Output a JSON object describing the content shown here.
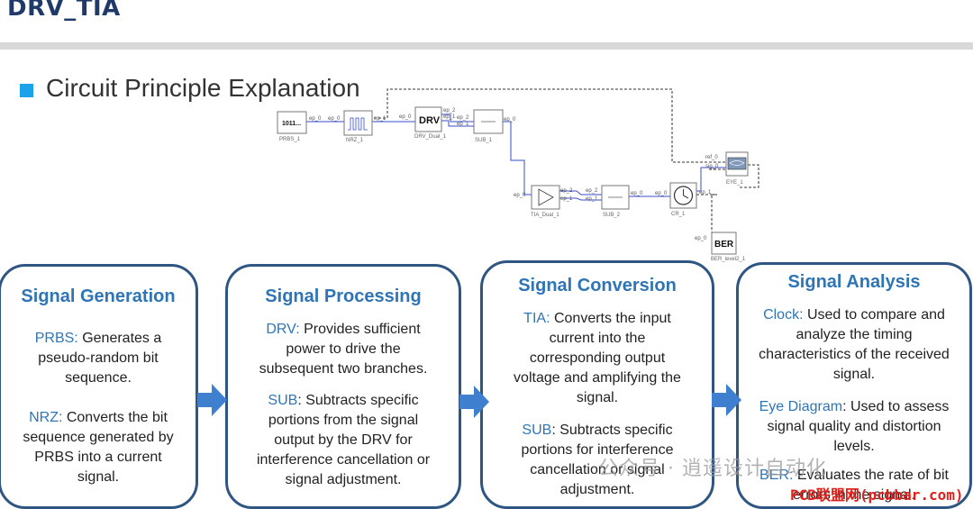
{
  "page": {
    "title": "DRV_TIA",
    "heading": "Circuit Principle Explanation"
  },
  "diagram": {
    "blocks": {
      "prbs": {
        "text": "1011...",
        "name": "PRBS_1"
      },
      "nrz": {
        "name": "NRZ_1"
      },
      "drv": {
        "text": "DRV",
        "name": "DRV_Dual_1"
      },
      "sub1": {
        "name": "SUB_1"
      },
      "tia": {
        "name": "TIA_Dual_1"
      },
      "sub2": {
        "name": "SUB_2"
      },
      "cr": {
        "name": "CR_1"
      },
      "eye": {
        "name": "EYE_1"
      },
      "ber": {
        "text": "BER",
        "name": "BER_level2_1"
      }
    },
    "ports": {
      "ep0": "ep_0",
      "ep1": "ep_1",
      "ep2": "ep_2",
      "ref0": "ref_0",
      "sig0": "sig_0"
    }
  },
  "cards": [
    {
      "title": "Signal Generation",
      "items": [
        {
          "kw": "PRBS:",
          "text": " Generates a pseudo-random bit sequence."
        },
        {
          "kw": "NRZ:",
          "text": " Converts the bit sequence generated by PRBS into a current signal."
        }
      ]
    },
    {
      "title": "Signal Processing",
      "items": [
        {
          "kw": "DRV:",
          "text": " Provides sufficient power to drive the subsequent two branches."
        },
        {
          "kw": "SUB",
          "text": ": Subtracts specific portions from the signal output by the DRV for interference cancellation or signal adjustment."
        }
      ]
    },
    {
      "title": "Signal Conversion",
      "items": [
        {
          "kw": "TIA:",
          "text": " Converts the input current into the corresponding output voltage and amplifying the signal."
        },
        {
          "kw": "SUB",
          "text": ": Subtracts specific portions for interference cancellation or signal adjustment."
        }
      ]
    },
    {
      "title": "Signal Analysis",
      "items": [
        {
          "kw": "Clock:",
          "text": " Used to compare and analyze the timing characteristics of the received signal."
        },
        {
          "kw": "Eye Diagram",
          "text": ": Used to assess signal quality and distortion levels."
        },
        {
          "kw": "BER:",
          "text": " Evaluates the rate of bit errors in the signal."
        }
      ]
    }
  ],
  "watermark": {
    "wechat": "公众号 · 逍遥设计自动化",
    "site": "PCB联盟网(pcbbar.com)"
  },
  "colors": {
    "accent": "#2f75b5",
    "border": "#2f5582",
    "bullet": "#1aa3e8",
    "wire": "#3a4ccf",
    "arrow": "#3f7fd0"
  }
}
